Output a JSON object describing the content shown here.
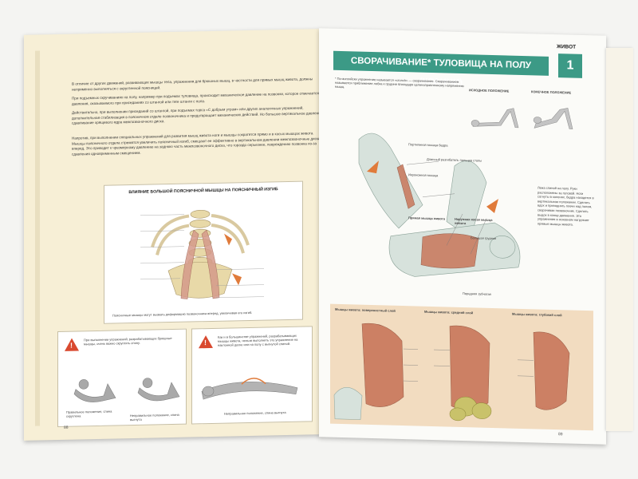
{
  "left_page": {
    "body_paragraphs": [
      "В отличие от других движений, развивающих мышцы тела, упражнения для брюшных мышц, в частности для прямых мышц живота, должны неприменно выполняться с округленной поясницей.",
      "При подъемных скручиваниях на полу, например при подъемах туловища, происходит механическое давление на позвонки, которое отмечается от давления, оказываемого при приседаниях со штангой или тяге штанги с пола.",
      "Действительно, при выполнении приседаний со штангой, при подъемах торса «С добрым утром» или других аналогичных упражнений, дополнительная стабилизация в поясничном отделе позвоночника и предотвращает механических действий. Но большое вертикальное давление и сдавливание хрящевого ядра межпозвоночного диска.",
      "Напротив, при выполнении специальных упражнений для развития мышц живота ноги и мышцы сократятся прямо и в косых мышцах живота. Мышцы поясничного отдела стремятся увеличить поясничный изгиб, смещают ее эффективно в вертикальном давлении межпозвоночные диски вперед. Это приводит к чрезмерному давлению на заднюю часть межпозвоночного диска, что гораздо серьезнее, повреждению позвонка из-за сдавления одновременным смещением."
    ],
    "figure_title": "ВЛИЯНИЕ БОЛЬШОЙ ПОЯСНИЧНОЙ МЫШЦЫ НА ПОЯСНИЧНЫЙ ИЗГИБ",
    "figure_caption": "Поясничные мышцы могут вызвать деформацию позвоночника вперед, увеличивая его изгиб.",
    "warn_box_1": {
      "text": "При выполнении упражнений, разрабатывающих брюшные мышцы, очень важно скруглять спину.",
      "label_correct": "Правильное положение, спина скруглена",
      "label_wrong": "Неправильное положение, спина выгнута"
    },
    "warn_box_2": {
      "text": "Как и в большинстве упражнений, разрабатывающих мышцы живота, нельзя выполнять это упражнение на наклонной доске или на полу с выгнутой спиной.",
      "label": "Неправильное положение, спина выгнута"
    },
    "page_number": "88"
  },
  "right_page": {
    "section": "ЖИВОТ",
    "title": "СВОРАЧИВАНИЕ* ТУЛОВИЩА НА ПОЛУ (КРАНЧИ)",
    "number": "1",
    "intro": "* По-английски упражнение называется «crunch» — сворачивание. Сворачиванием называется приближение лобка к грудине благодаря целенаправленному напряжению мышц.",
    "position_labels": [
      "ИСХОДНОЕ ПОЛОЖЕНИЕ",
      "КОНЕЧНОЕ ПОЛОЖЕНИЕ"
    ],
    "side_text": "Лежа спиной на полу. Руки расположены за головой. Ноги согнуты в коленях, бедра находятся в вертикальном положении. Сделать вдох и приподнять плечи над полом, сворачивая позвоночник. Сделать выдох в конце движения. Это упражнение в основном нагружает прямые мышцы живота.",
    "muscle_labels": [
      "Портняжная мышца бедра",
      "Длинный разгибатель пальцев стопы",
      "Икроножная мышца",
      "Прямая мышца живота",
      "Наружная косая мышца живота",
      "Большая грудная",
      "Передняя зубчатая"
    ],
    "bottom_titles": [
      "Мышцы живота: поверхностный слой",
      "Мышцы живота: средний слой",
      "Мышцы живота: глубокий слой"
    ],
    "page_number": "89"
  },
  "colors": {
    "banner": "#3c9a86",
    "warning": "#d9492f",
    "bottom_band": "#f2dcc0",
    "muscle": "#c8765a"
  }
}
